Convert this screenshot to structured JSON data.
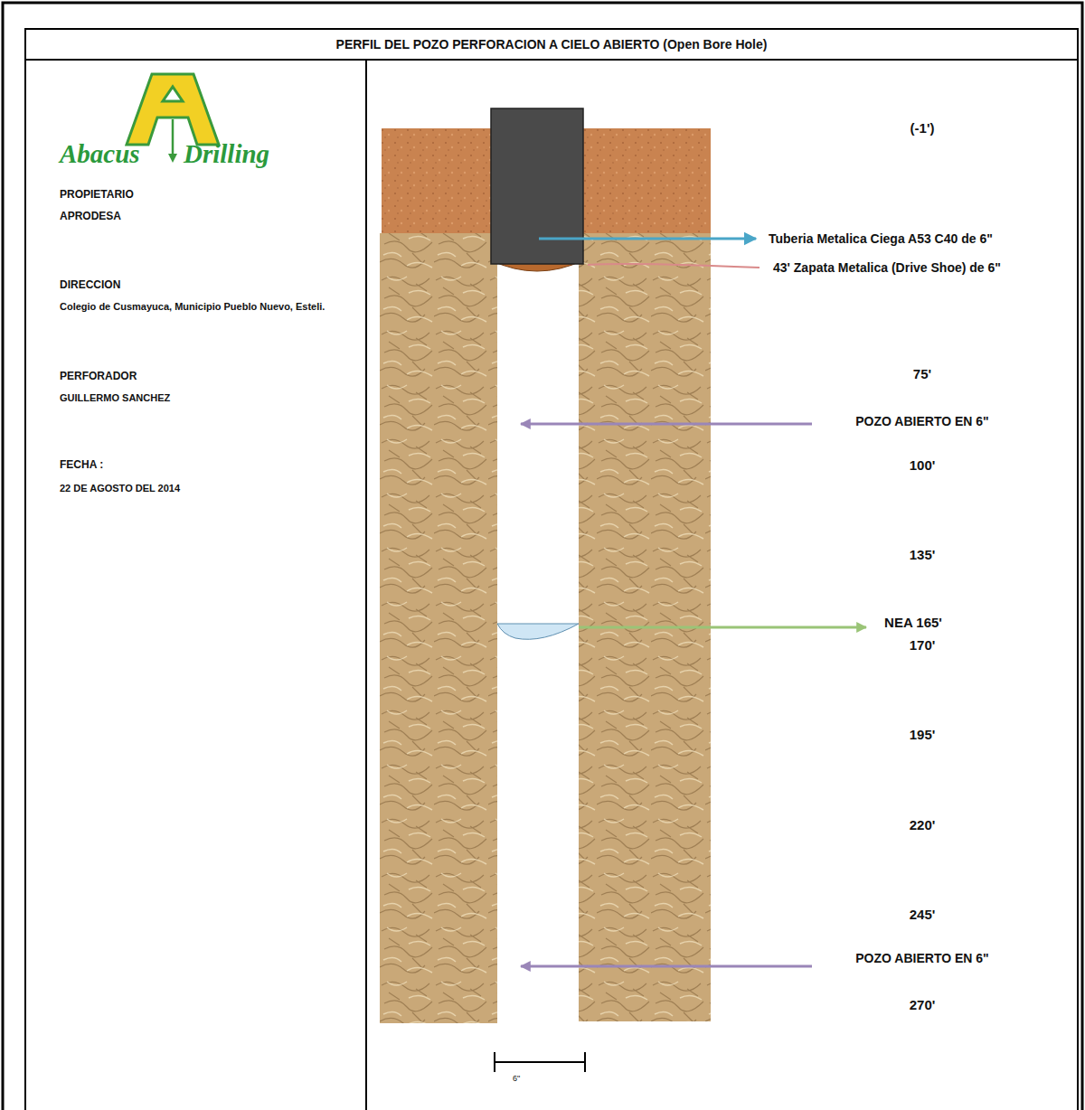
{
  "diagram": {
    "title": "PERFIL DEL POZO PERFORACION A CIELO ABIERTO (Open Bore Hole)",
    "labels": [
      "Abacus",
      "Drilling",
      "PROPIETARIO",
      "APRODESA",
      "DIRECCION",
      "Colegio de Cusmayuca, Municipio Pueblo Nuevo, Esteli.",
      "PERFORADOR",
      "GUILLERMO SANCHEZ",
      "FECHA :",
      "22 DE AGOSTO DEL 2014",
      "(-1')",
      "Tuberia Metalica Ciega A53 C40 de 6\"",
      "43' Zapata Metalica (Drive Shoe) de 6\"",
      "75'",
      "POZO ABIERTO EN 6\"",
      "100'",
      "135'",
      "NEA 165'",
      "170'",
      "195'",
      "220'",
      "245'",
      "POZO ABIERTO EN 6\"",
      "270'",
      "6\""
    ]
  }
}
